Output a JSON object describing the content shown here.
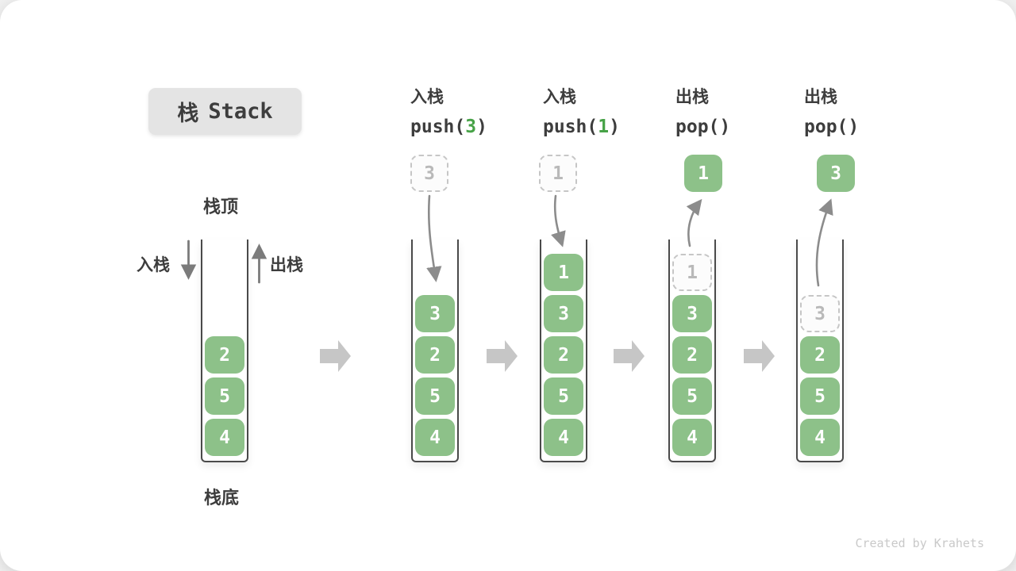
{
  "colors": {
    "green_box": "#8dc189",
    "green_accent": "#47a247",
    "text": "#3d3d3d",
    "wall": "#4a4a4a",
    "ghost_border": "#c6c6c6",
    "ghost_text": "#b9b9b9",
    "flow_arrow": "#c6c6c6",
    "curve_arrow": "#8c8c8c",
    "side_arrow": "#7b7b7b",
    "watermark": "#c9c9c9",
    "title_bg": "#e4e4e4"
  },
  "title": {
    "cjk": "栈",
    "latin": "Stack"
  },
  "legend": {
    "stack_top": "栈顶",
    "stack_bottom": "栈底",
    "push_side": "入栈",
    "pop_side": "出栈"
  },
  "stages": [
    {
      "id": "initial",
      "items": [
        {
          "v": "2"
        },
        {
          "v": "5"
        },
        {
          "v": "4"
        }
      ]
    },
    {
      "id": "push-3",
      "op": "入栈",
      "code_pre": "push(",
      "code_arg": "3",
      "code_post": ")",
      "floating": {
        "v": "3",
        "ghost": true
      },
      "items": [
        {
          "v": "3"
        },
        {
          "v": "2"
        },
        {
          "v": "5"
        },
        {
          "v": "4"
        }
      ]
    },
    {
      "id": "push-1",
      "op": "入栈",
      "code_pre": "push(",
      "code_arg": "1",
      "code_post": ")",
      "floating": {
        "v": "1",
        "ghost": true
      },
      "items": [
        {
          "v": "1"
        },
        {
          "v": "3"
        },
        {
          "v": "2"
        },
        {
          "v": "5"
        },
        {
          "v": "4"
        }
      ]
    },
    {
      "id": "pop-1",
      "op": "出栈",
      "code_pre": "pop(",
      "code_arg": "",
      "code_post": ")",
      "floating": {
        "v": "1",
        "ghost": false
      },
      "items": [
        {
          "v": "1",
          "ghost": true
        },
        {
          "v": "3"
        },
        {
          "v": "2"
        },
        {
          "v": "5"
        },
        {
          "v": "4"
        }
      ]
    },
    {
      "id": "pop-3",
      "op": "出栈",
      "code_pre": "pop(",
      "code_arg": "",
      "code_post": ")",
      "floating": {
        "v": "3",
        "ghost": false
      },
      "items": [
        {
          "v": "3",
          "ghost": true
        },
        {
          "v": "2"
        },
        {
          "v": "5"
        },
        {
          "v": "4"
        }
      ]
    }
  ],
  "watermark": "Created by Krahets"
}
